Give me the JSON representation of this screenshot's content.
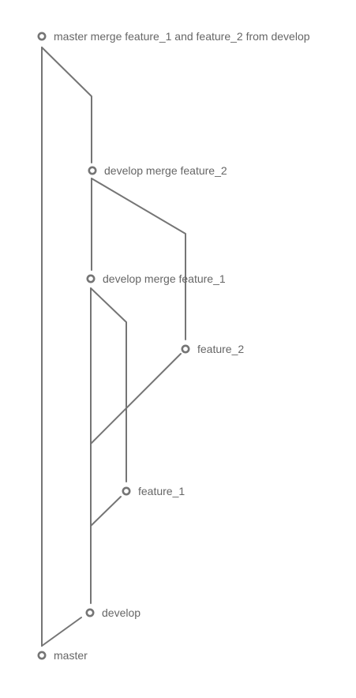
{
  "colors": {
    "line": "#757575",
    "text": "#666666",
    "background": "#ffffff"
  },
  "commits": [
    {
      "id": "c-master-merge",
      "message": "master merge feature_1 and feature_2 from develop"
    },
    {
      "id": "c-develop-merge-f2",
      "message": "develop merge feature_2"
    },
    {
      "id": "c-develop-merge-f1",
      "message": "develop merge feature_1"
    },
    {
      "id": "c-feature-2",
      "message": "feature_2"
    },
    {
      "id": "c-feature-1",
      "message": "feature_1"
    },
    {
      "id": "c-develop",
      "message": "develop"
    },
    {
      "id": "c-master",
      "message": "master"
    }
  ]
}
